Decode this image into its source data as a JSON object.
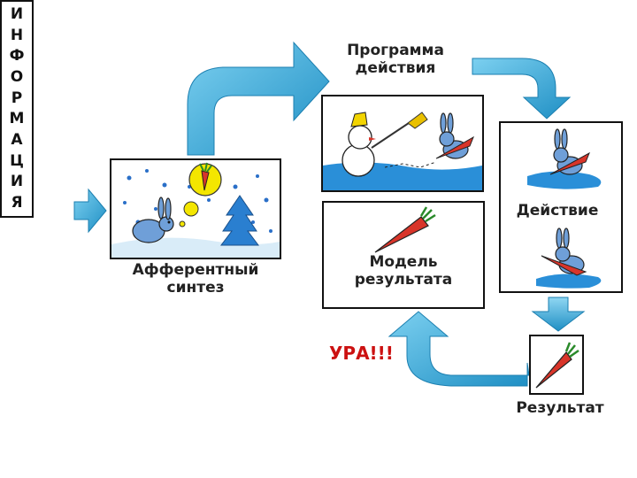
{
  "info": {
    "letters": [
      "И",
      "Н",
      "Ф",
      "О",
      "Р",
      "М",
      "А",
      "Ц",
      "И",
      "Я"
    ]
  },
  "labels": {
    "program_line1": "Программа",
    "program_line2": "действия",
    "action": "Действие",
    "model_line1": "Модель",
    "model_line2": "результата",
    "afferent_line1": "Афферентный",
    "afferent_line2": "синтез",
    "ura": "УРА!!!",
    "result": "Результат"
  },
  "colors": {
    "arrow": "#29a6d8",
    "arrow_dark": "#1b7fb0",
    "carrot": "#d8352a",
    "ura": "#cc1111",
    "water": "#2a8fd8"
  }
}
